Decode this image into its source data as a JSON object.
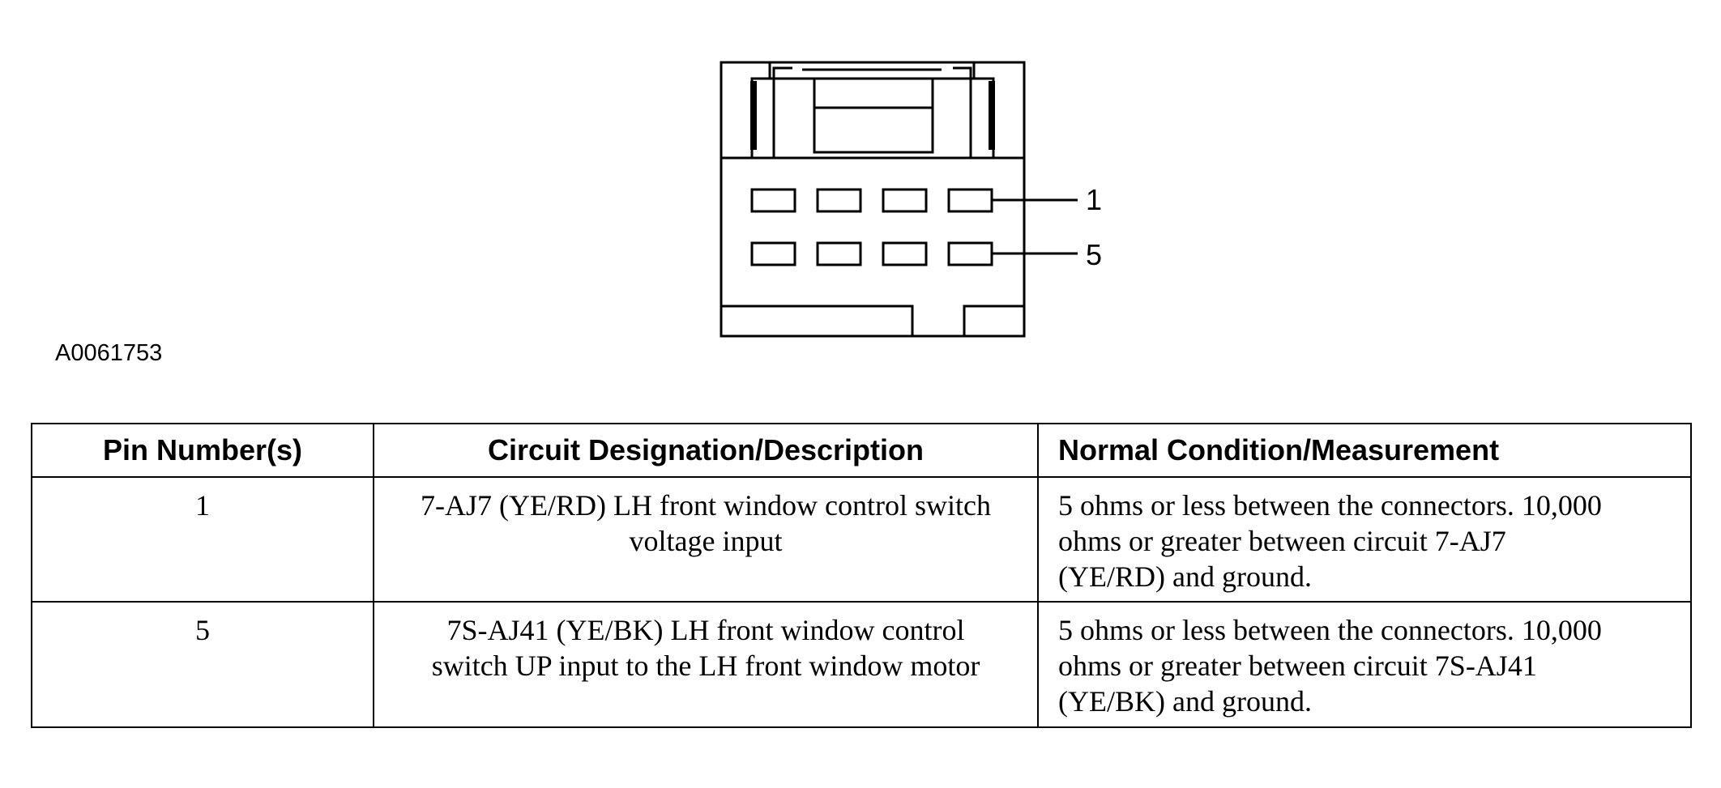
{
  "figure": {
    "id_label": "A0061753",
    "pin_labels": [
      "1",
      "5"
    ]
  },
  "table": {
    "headers": {
      "pin": "Pin Number(s)",
      "circuit": "Circuit Designation/Description",
      "measurement": "Normal Condition/Measurement"
    },
    "rows": [
      {
        "pin": "1",
        "circuit": "7-AJ7 (YE/RD) LH front window control switch voltage input",
        "measurement": "5 ohms or less between the connectors. 10,000 ohms or greater between circuit 7-AJ7 (YE/RD) and ground."
      },
      {
        "pin": "5",
        "circuit": "7S-AJ41 (YE/BK) LH front window control switch UP input to the LH front window motor",
        "measurement": "5 ohms or less between the connectors. 10,000 ohms or greater between circuit 7S-AJ41 (YE/BK) and ground."
      }
    ]
  }
}
